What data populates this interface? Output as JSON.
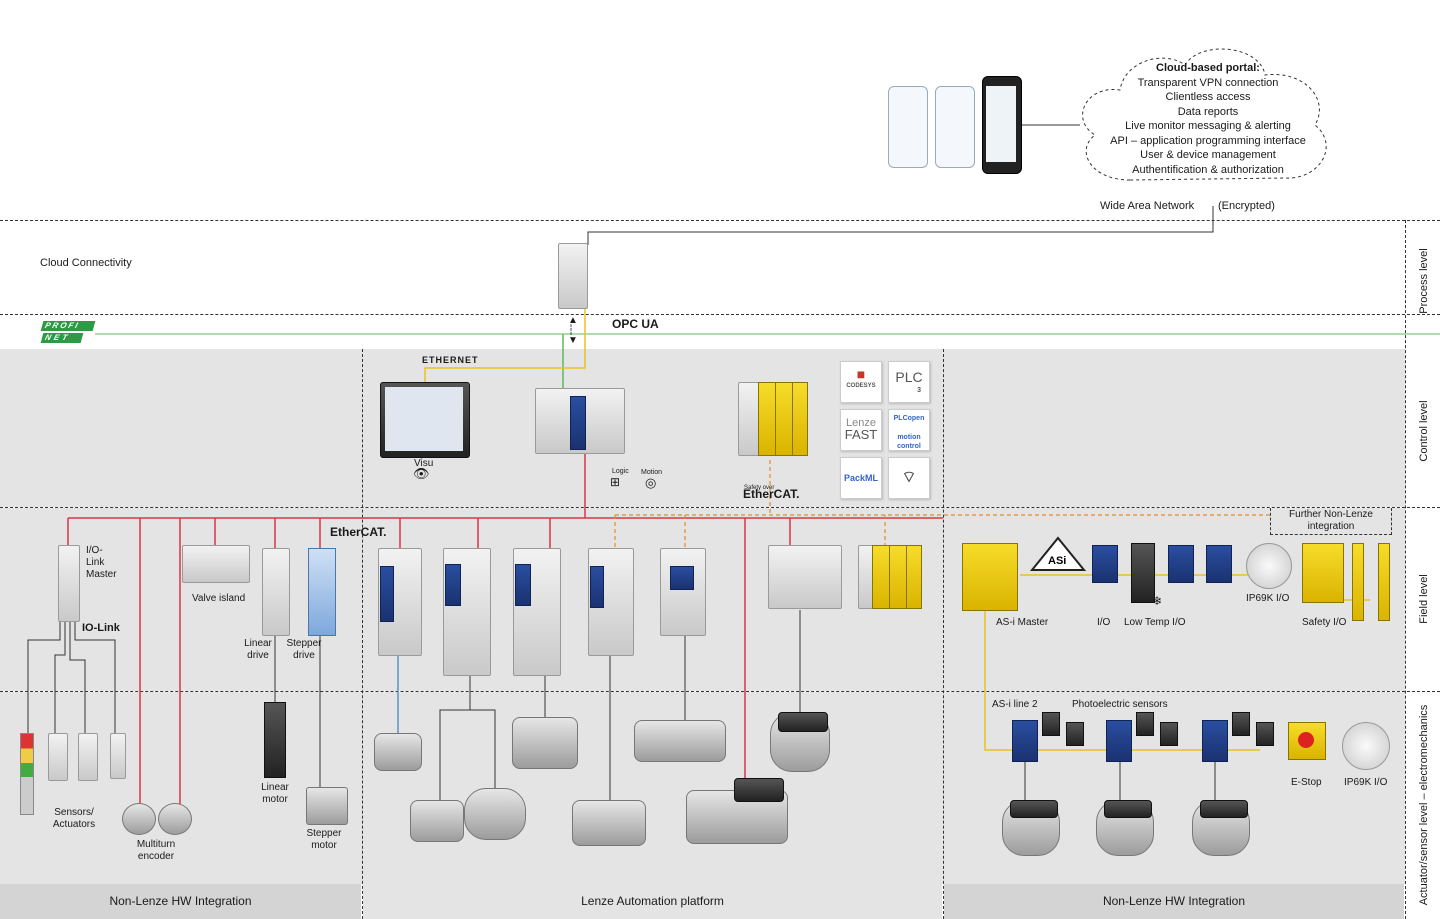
{
  "cloud": {
    "title": "Cloud-based portal:",
    "lines": [
      "Transparent VPN connection",
      "Clientless access",
      "Data reports",
      "Live monitor messaging & alerting",
      "API – application programming interface",
      "User & device management",
      "Authentification & authorization"
    ]
  },
  "wan": {
    "label": "Wide Area Network",
    "encrypted": "(Encrypted)"
  },
  "cloud_connectivity": "Cloud Connectivity",
  "protocols": {
    "profinet_top": "PROFI",
    "profinet_bottom": "NET",
    "opcua": "OPC UA",
    "ethernet": "ETHERNET",
    "ethercat": "EtherCAT.",
    "safety_over": "Safety over",
    "ethercat_safety": "EtherCAT.",
    "iolink": "IO-Link"
  },
  "levels": {
    "process": "Process level",
    "control": "Control level",
    "field": "Field level",
    "actuator": "Actuator/sensor level – electromechanics"
  },
  "control": {
    "visu": "Visu",
    "logic": "Logic",
    "motion": "Motion"
  },
  "logos": {
    "codesys": "CODESYS",
    "plc": "PLC",
    "plc_sub": "3",
    "lenze_fast_1": "Lenze",
    "lenze_fast_2": "FAST",
    "plcopen": "PLCopen",
    "motion_control": "motion control",
    "packml": "PackML"
  },
  "field_left": {
    "iolink_master": "I/O-Link Master",
    "valve_island": "Valve island",
    "linear_drive": "Linear drive",
    "stepper_drive": "Stepper drive"
  },
  "actuators_left": {
    "sensors": "Sensors/ Actuators",
    "multiturn": "Multiturn encoder",
    "linear_motor": "Linear motor",
    "stepper_motor": "Stepper motor"
  },
  "field_right": {
    "further": "Further Non-Lenze integration",
    "asi_master": "AS-i Master",
    "io": "I/O",
    "low_temp": "Low Temp I/O",
    "ip69k": "IP69K I/O",
    "safety_io": "Safety I/O"
  },
  "actuators_right": {
    "asi_line2": "AS-i line 2",
    "photoelectric": "Photoelectric sensors",
    "estop": "E-Stop",
    "ip69k": "IP69K I/O"
  },
  "footer": {
    "left": "Non-Lenze HW Integration",
    "center": "Lenze Automation platform",
    "right": "Non-Lenze HW Integration"
  },
  "colors": {
    "red": "#d9344a",
    "orange": "#e58a2e",
    "green": "#5cb85c",
    "yellow": "#e8c21f",
    "blue": "#3c7fc0",
    "band": "#e4e4e4"
  }
}
